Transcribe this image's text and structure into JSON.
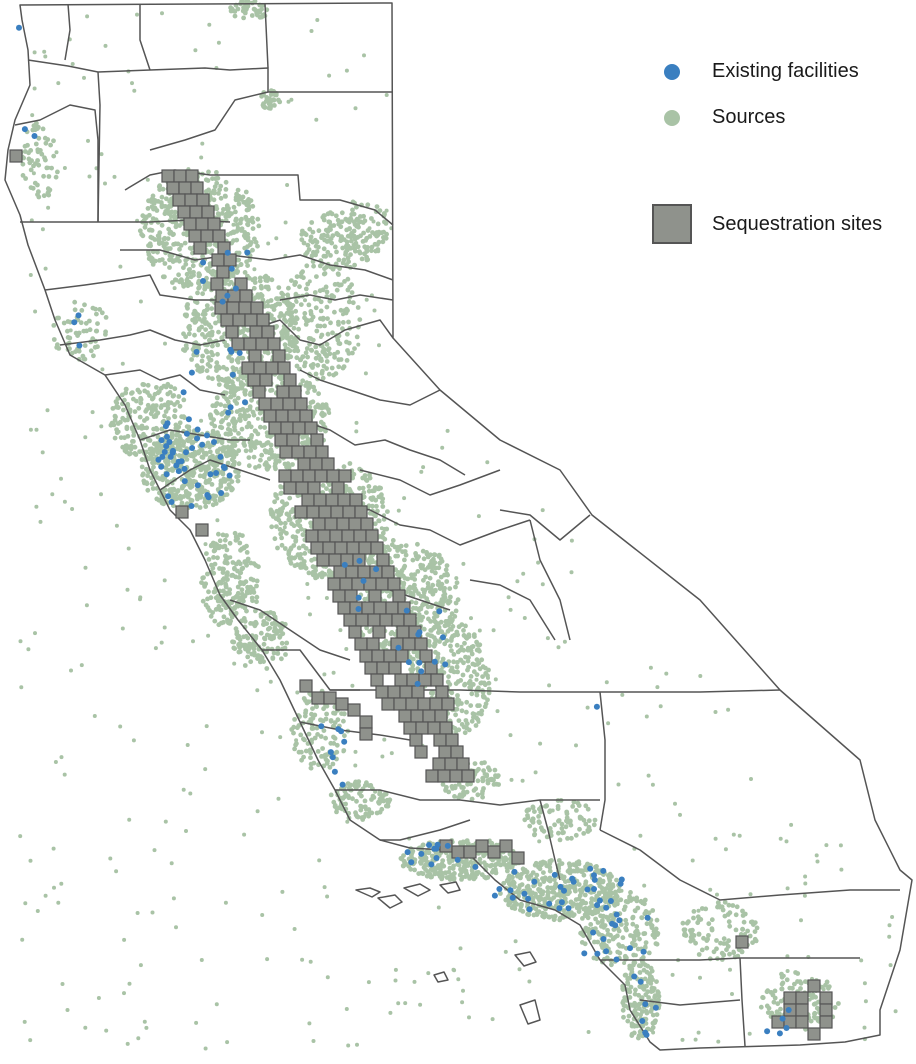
{
  "legend": {
    "existing": {
      "label": "Existing facilities",
      "color": "#3a7fc0"
    },
    "sources": {
      "label": "Sources",
      "color": "#a9c3a6"
    },
    "sites": {
      "label": "Sequestration sites",
      "color": "#8f928c",
      "border": "#555555"
    }
  },
  "colors": {
    "boundary": "#555555",
    "background": "#ffffff"
  }
}
